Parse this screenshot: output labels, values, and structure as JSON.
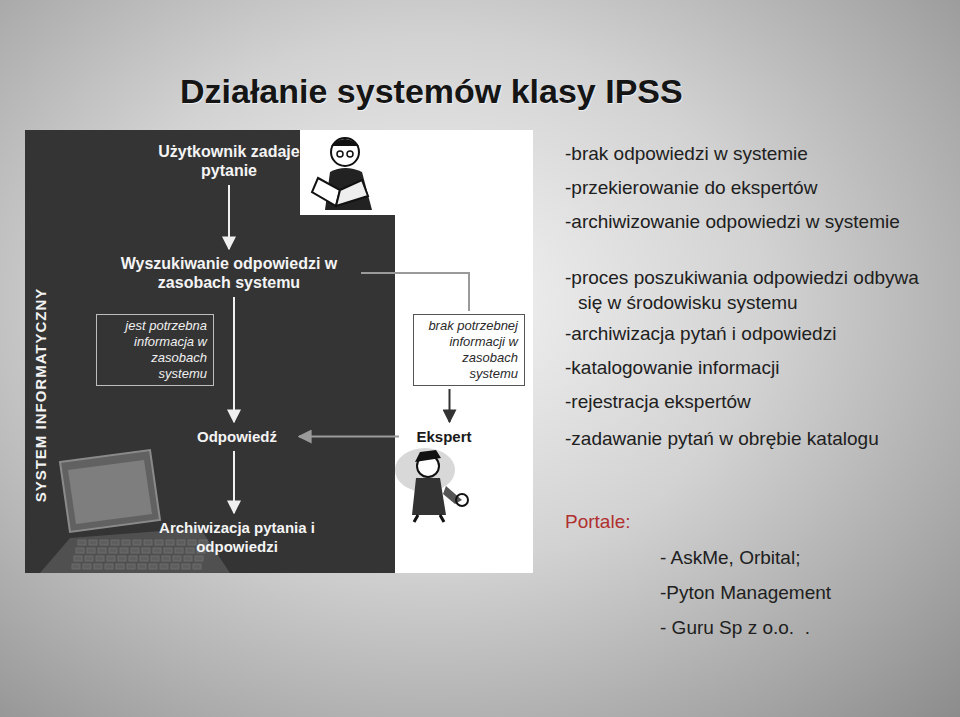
{
  "diagram": {
    "title": "Działanie systemów klasy IPSS",
    "nodes": [
      {
        "text": [
          "Użytkownik zadaje pytanie"
        ]
      },
      {
        "text": [
          "Wyszukiwanie odpowiedzi w zasobach systemu"
        ]
      },
      {
        "text": [
          "jest potrzebna informacja w zasobach systemu"
        ]
      },
      {
        "text": [
          "brak potrzebnej informacji w zasobach systemu"
        ]
      },
      {
        "text": [
          "Odpowiedź"
        ]
      },
      {
        "text": [
          "Ekspert"
        ]
      },
      {
        "text": [
          "Archiwizacja pytania i odpowiedzi"
        ]
      }
    ],
    "edges": [
      {
        "from": 0,
        "to": 1,
        "arrow": "to"
      },
      {
        "from": 1,
        "to": 4,
        "arrow": "to"
      },
      {
        "from": 1,
        "to": 3,
        "arrow": "none"
      },
      {
        "from": 3,
        "to": 5,
        "arrow": "to"
      },
      {
        "from": 5,
        "to": 4,
        "arrow": "to"
      },
      {
        "from": 4,
        "to": 6,
        "arrow": "to"
      }
    ],
    "labels": [
      "SYSTEM INFORMATYCZNY",
      "-brak odpowiedzi w systemie",
      "-przekierowanie do ekspertów",
      "-archiwizowanie odpowiedzi w systemie",
      "-proces poszukiwania odpowiedzi odbywa się w środowisku systemu",
      "-archiwizacja pytań i odpowiedzi",
      "-katalogowanie informacji",
      "-rejestracja ekspertów",
      "-zadawanie pytań w obrębie katalogu",
      "Portale:",
      "- AskMe, Orbital;",
      "-Pyton Management",
      "- Guru Sp z o.o.  ."
    ]
  }
}
